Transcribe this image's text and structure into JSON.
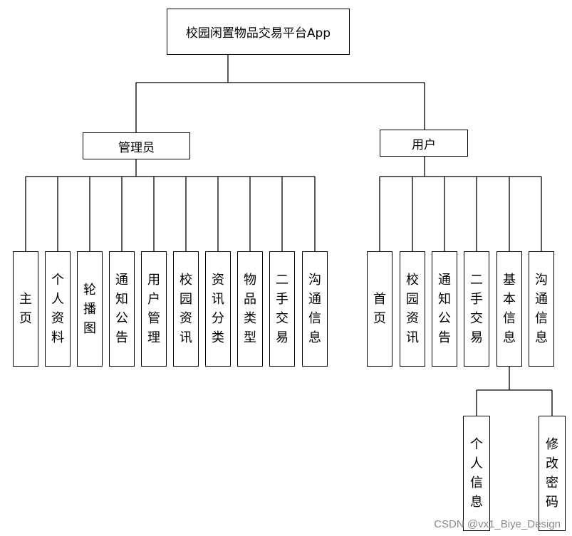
{
  "root": "校园闲置物品交易平台App",
  "admin": {
    "label": "管理员",
    "children": [
      "主页",
      "个人资料",
      "轮播图",
      "通知公告",
      "用户管理",
      "校园资讯",
      "资讯分类",
      "物品类型",
      "二手交易",
      "沟通信息"
    ]
  },
  "user": {
    "label": "用户",
    "children": [
      "首页",
      "校园资讯",
      "通知公告",
      "二手交易",
      "基本信息",
      "沟通信息"
    ],
    "basic_info_children": [
      "个人信息",
      "修改密码"
    ]
  },
  "watermark": "CSDN @vx1_Biye_Design"
}
